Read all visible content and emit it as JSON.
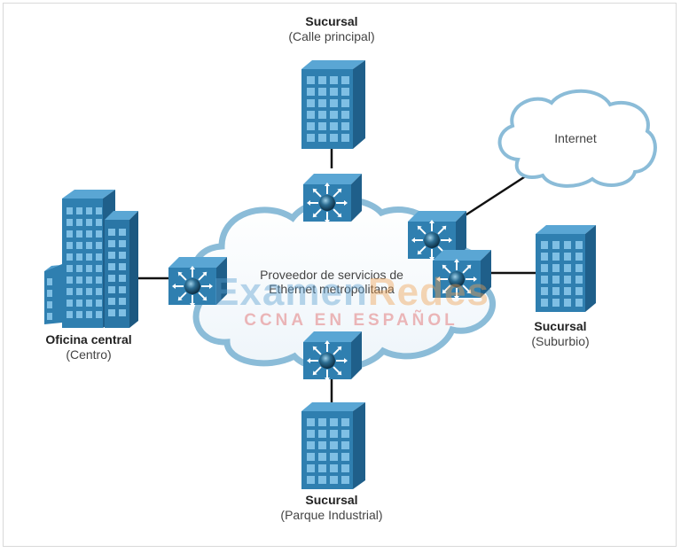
{
  "colors": {
    "device_front": "#2f7fb0",
    "device_side": "#1f5f8a",
    "device_top": "#4d9ccc",
    "cloud_stroke": "#8bbcd8",
    "link": "#111111",
    "watermark_blue": "#5a9fd0",
    "watermark_orange": "#f0a050",
    "watermark_red": "#e05a5a"
  },
  "cloud_label": {
    "line1": "Proveedor de servicios de",
    "line2": "Ethernet metropolitana"
  },
  "internet_label": "Internet",
  "sites": {
    "main_street": {
      "name": "Sucursal",
      "detail": "(Calle principal)"
    },
    "headquarters": {
      "name": "Oficina central",
      "detail": "(Centro)"
    },
    "suburb": {
      "name": "Sucursal",
      "detail": "(Suburbio)"
    },
    "industrial_park": {
      "name": "Sucursal",
      "detail": "(Parque Industrial)"
    }
  },
  "watermark": {
    "part1": "Examen",
    "part2": "Redes",
    "subtitle": "CCNA EN ESPAÑOL"
  }
}
